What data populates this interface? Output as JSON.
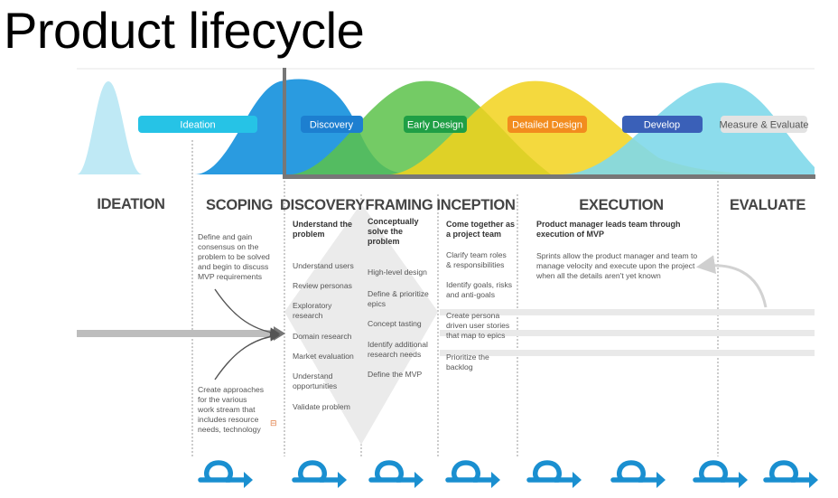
{
  "title": "Product lifecycle",
  "phase_pills": [
    {
      "label": "Ideation",
      "color": "#26c3e6"
    },
    {
      "label": "Discovery",
      "color": "#1d7fd0"
    },
    {
      "label": "Early Design",
      "color": "#1f9f45"
    },
    {
      "label": "Detailed Design",
      "color": "#f28c1e"
    },
    {
      "label": "Develop",
      "color": "#3a60b8"
    },
    {
      "label": "Measure & Evaluate",
      "color": "#e3e3e3"
    }
  ],
  "stages": [
    {
      "heading": "IDEATION",
      "subtitle": [],
      "items": []
    },
    {
      "heading": "SCOPING",
      "subtitle": [],
      "items": [
        [
          "Define and gain",
          "consensus on the",
          "problem to be solved",
          "and begin to discuss",
          "MVP requirements"
        ],
        [
          "Create approaches",
          "for the various",
          "work stream that",
          "includes resource",
          "needs, technology"
        ]
      ]
    },
    {
      "heading": "DISCOVERY",
      "subtitle": [
        "Understand the",
        "problem"
      ],
      "items": [
        [
          "Understand users"
        ],
        [
          "Review personas"
        ],
        [
          "Exploratory",
          "research"
        ],
        [
          "Domain research"
        ],
        [
          "Market evaluation"
        ],
        [
          "Understand",
          "opportunities"
        ],
        [
          "Validate problem"
        ]
      ]
    },
    {
      "heading": "FRAMING",
      "subtitle": [
        "Conceptually",
        "solve the",
        "problem"
      ],
      "items": [
        [
          "High-level design"
        ],
        [
          "Define & prioritize",
          "epics"
        ],
        [
          "Concept tasting"
        ],
        [
          "Identify additional",
          "research needs"
        ],
        [
          "Define the MVP"
        ]
      ]
    },
    {
      "heading": "INCEPTION",
      "subtitle": [
        "Come together as",
        "a project team"
      ],
      "items": [
        [
          "Clarify team roles",
          "& responsibilities"
        ],
        [
          "Identify goals, risks",
          "and anti-goals"
        ],
        [
          "Create persona",
          "driven user stories",
          "that map to epics"
        ],
        [
          "Prioritize the",
          "backlog"
        ]
      ]
    },
    {
      "heading": "EXECUTION",
      "subtitle": [
        "Product manager leads team through",
        "execution of MVP"
      ],
      "items": [
        [
          "Sprints allow the product manager and team to",
          "manage velocity and execute upon the project",
          "when all the details aren't yet known"
        ]
      ]
    },
    {
      "heading": "EVALUATE",
      "subtitle": [],
      "items": []
    }
  ],
  "colors": {
    "ideation": "#bfe9f5",
    "discovery": "#2a9be0",
    "early_design": "#5cc24a",
    "detailed_design": "#f2d21c",
    "measure": "#7fd8ea",
    "axis": "#777777",
    "loop_icon": "#1a8fd0",
    "guides": "#e6e6e6"
  },
  "icons": {
    "loop": "iteration-loop-icon",
    "convergence": "arrow-right-icon"
  }
}
